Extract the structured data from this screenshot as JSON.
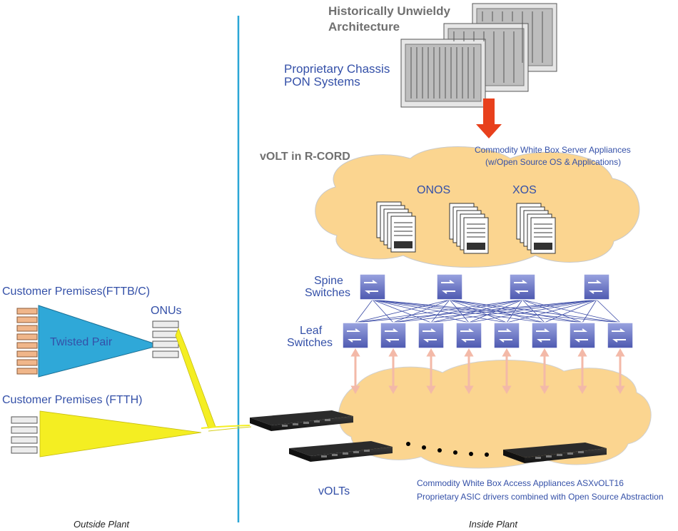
{
  "header": {
    "legacy_title_line1": "Historically Unwieldy",
    "legacy_title_line2": "Architecture",
    "chassis_label_line1": "Proprietary Chassis",
    "chassis_label_line2": "PON Systems"
  },
  "inside": {
    "section_title": "vOLT in R-CORD",
    "server_caption_line1": "Commodity White Box Server Appliances",
    "server_caption_line2": "(w/Open Source  OS & Applications)",
    "onos_label": "ONOS",
    "xos_label": "XOS",
    "spine_label_line1": "Spine",
    "spine_label_line2": "Switches",
    "leaf_label_line1": "Leaf",
    "leaf_label_line2": "Switches",
    "volts_label": "vOLTs",
    "access_caption_line1": "Commodity White Box Access Appliances ASXvOLT16",
    "access_caption_line2": "Proprietary ASIC drivers combined with Open Source Abstraction",
    "plant_label": "Inside Plant"
  },
  "outside": {
    "fttb_label": "Customer Premises(FTTB/C)",
    "onus_label": "ONUs",
    "twisted_pair_label": "Twisted Pair",
    "ftth_label": "Customer Premises (FTTH)",
    "plant_label": "Outside Plant"
  },
  "colors": {
    "divider": "#2aa6d6",
    "cloud": "#fbd590",
    "twisted_pair": "#2fa8d8",
    "fiber": "#f4ee22",
    "arrow": "#e8401c",
    "switch": "#6c78c8",
    "label": "#3450a8"
  },
  "icons": {
    "chassis": "chassis-icon",
    "server": "server-stack-icon",
    "switch": "switch-icon",
    "olt": "olt-appliance-icon",
    "onu": "onu-icon",
    "building": "building-icon"
  }
}
